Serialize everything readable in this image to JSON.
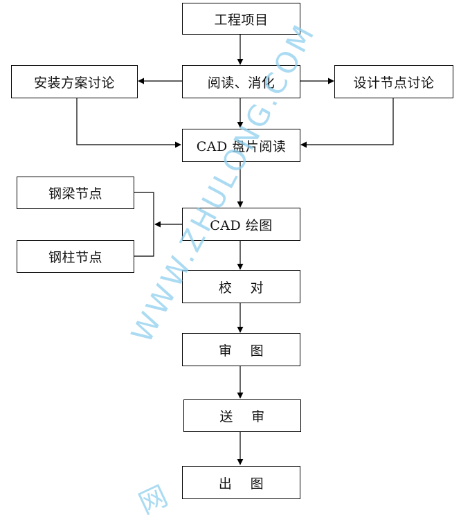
{
  "nodes": {
    "project": "工程项目",
    "read_digest": "阅读、消化",
    "install_plan": "安装方案讨论",
    "design_node": "设计节点讨论",
    "cad_disk": "CAD 盘片阅读",
    "beam_node": "钢梁节点",
    "column_node": "钢柱节点",
    "cad_draw": "CAD 绘图",
    "proofread": "校    对",
    "review": "审    图",
    "submit": "送    审",
    "output": "出    图"
  },
  "watermark": "WWW.ZHULONG.COM",
  "watermark_cn": "网"
}
